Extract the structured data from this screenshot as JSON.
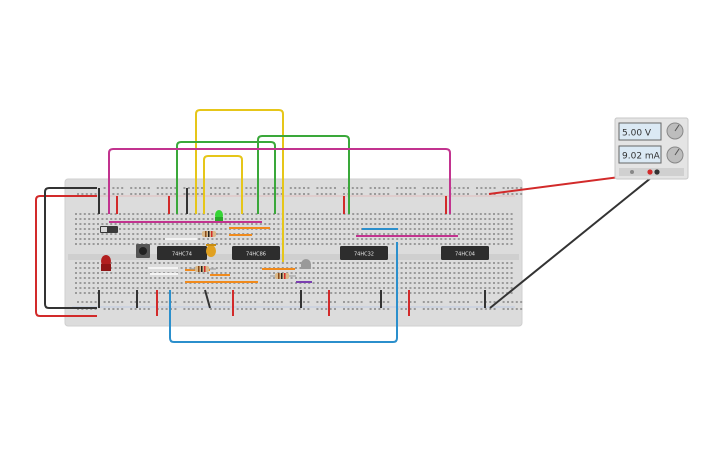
{
  "breadboard": {
    "chips": [
      {
        "label": "74HC74"
      },
      {
        "label": "74HC86"
      },
      {
        "label": "74HC32"
      },
      {
        "label": "74HC04"
      }
    ]
  },
  "power_supply": {
    "voltage": "5.00 V",
    "current": "9.02 mA"
  },
  "colors": {
    "breadboard": "#dddddd",
    "wire_red": "#d22a2a",
    "wire_black": "#333333",
    "wire_green": "#3aa83a",
    "wire_yellow": "#e6c619",
    "wire_magenta": "#c2338f",
    "wire_blue": "#2b8fcc",
    "wire_orange": "#f08a1c",
    "chip": "#2d2d2d"
  }
}
